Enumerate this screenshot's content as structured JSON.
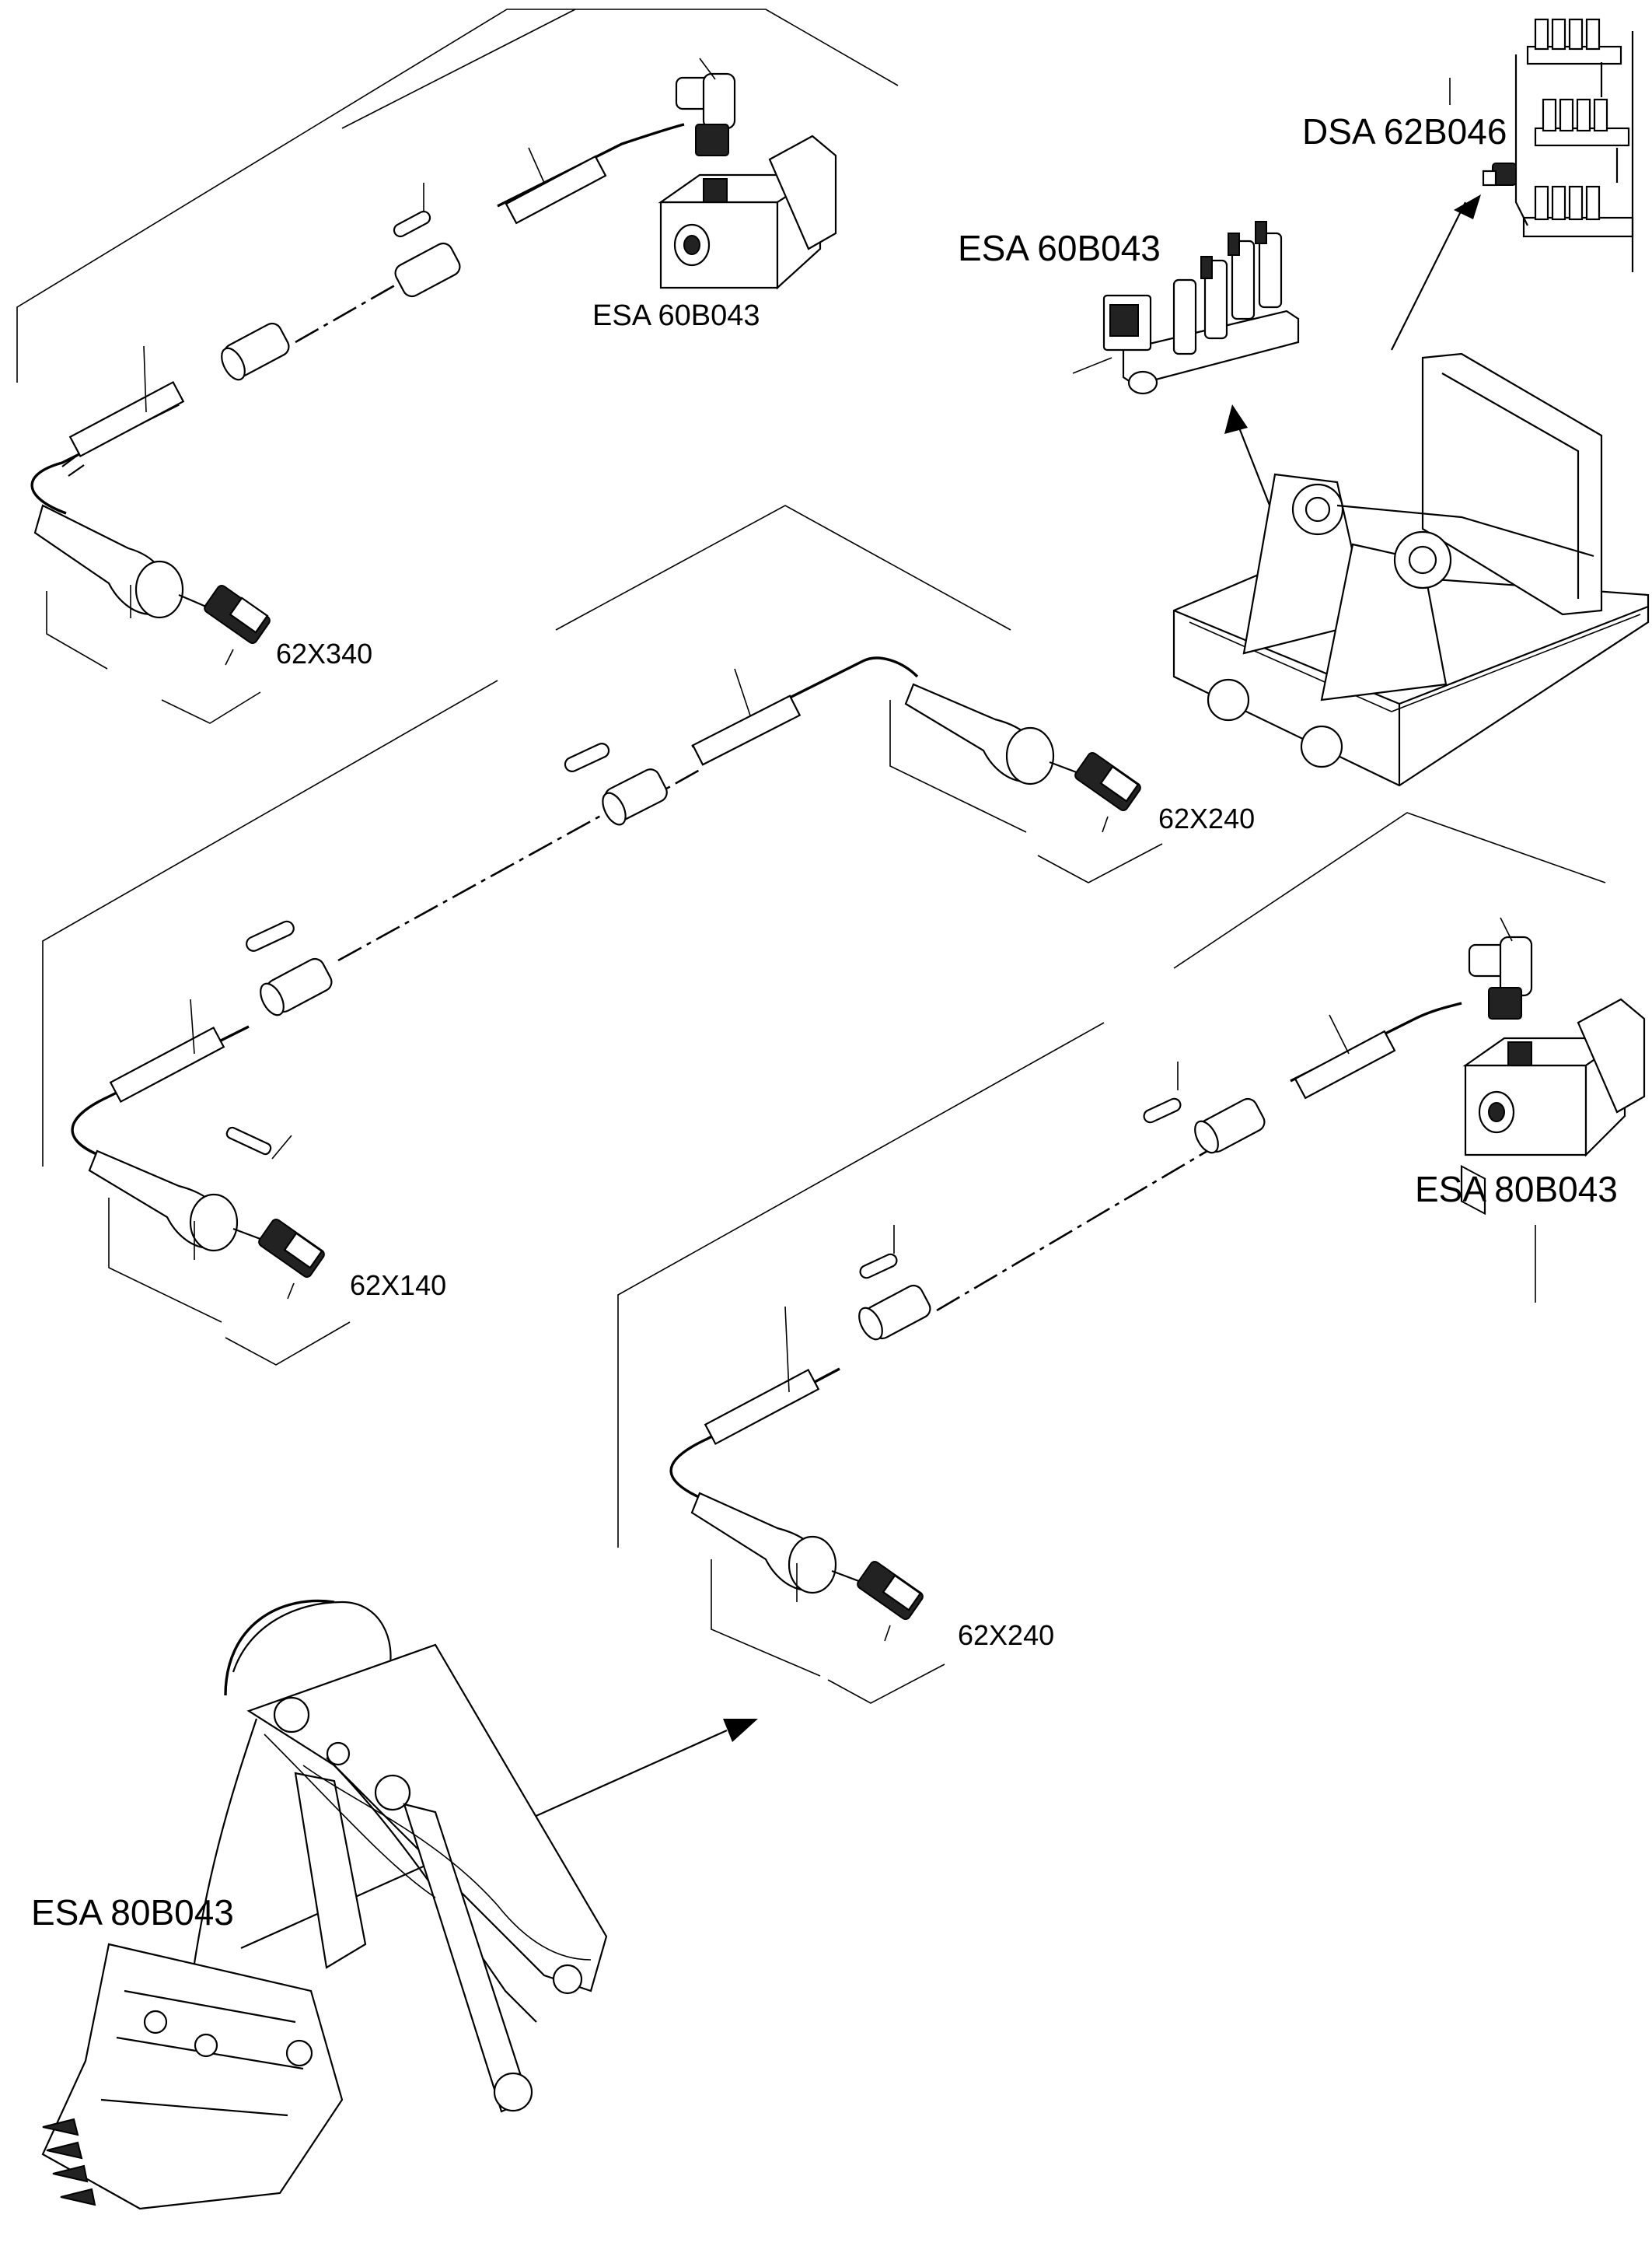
{
  "labels": {
    "top_sensor": "ESA 60B043",
    "mid_sensor": "ESA 60B043",
    "dsa": "DSA 62B046",
    "right_sensor": "ESA 80B043",
    "boom": "ESA 80B043",
    "cable_1": "62X340",
    "cable_2": "62X240",
    "cable_3": "62X140",
    "cable_4": "62X240"
  }
}
